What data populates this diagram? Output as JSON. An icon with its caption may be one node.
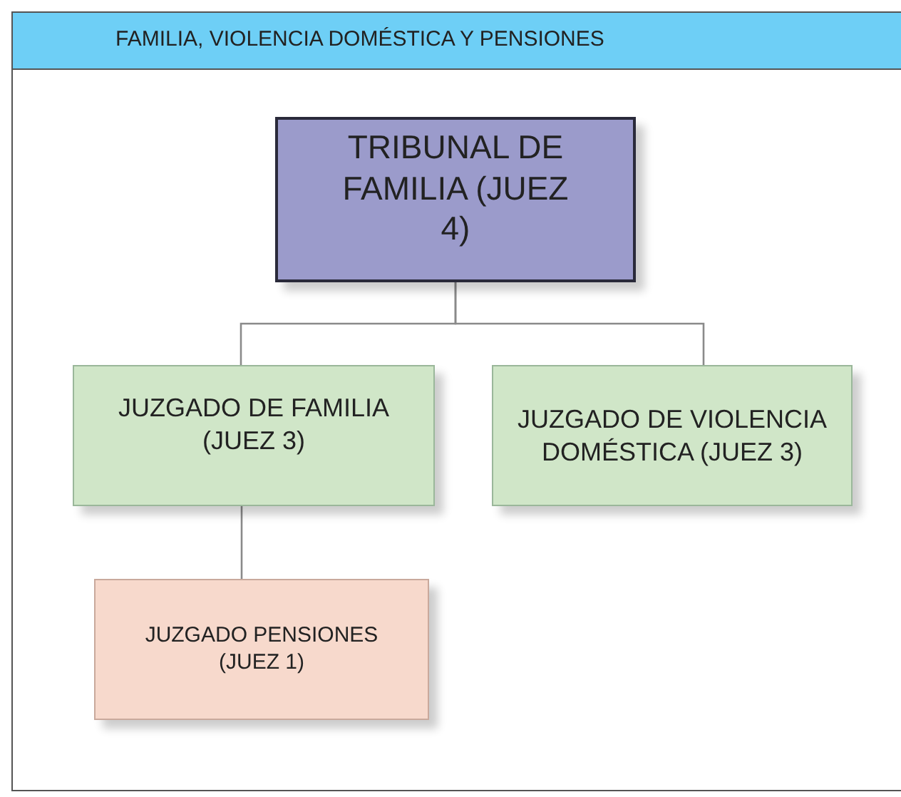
{
  "diagram": {
    "title": "FAMILIA, VIOLENCIA DOMÉSTICA Y PENSIONES",
    "nodes": [
      {
        "text": [
          "TRIBUNAL DE FAMILIA (JUEZ 4)"
        ]
      },
      {
        "text": [
          "JUZGADO DE FAMILIA (JUEZ 3)"
        ]
      },
      {
        "text": [
          "JUZGADO DE VIOLENCIA DOMÉSTICA (JUEZ 3)"
        ]
      },
      {
        "text": [
          "JUZGADO PENSIONES (JUEZ 1)"
        ]
      }
    ],
    "edges": [
      {
        "from": 0,
        "to": 1,
        "arrow": "none"
      },
      {
        "from": 0,
        "to": 2,
        "arrow": "none"
      },
      {
        "from": 1,
        "to": 3,
        "arrow": "none"
      }
    ]
  }
}
